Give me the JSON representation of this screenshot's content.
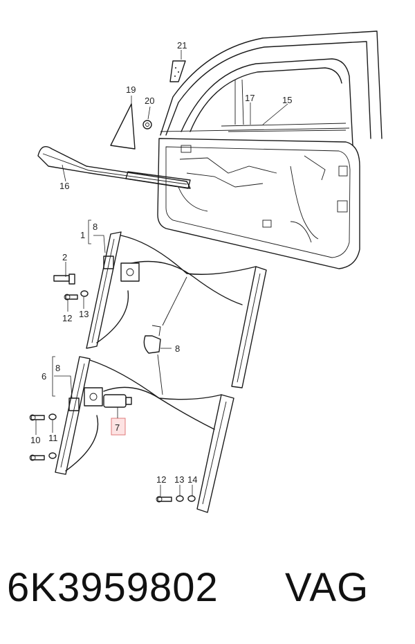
{
  "diagram": {
    "callouts": {
      "c21": "21",
      "c19": "19",
      "c20": "20",
      "c17": "17",
      "c15": "15",
      "c16": "16",
      "c8a": "8",
      "c1": "1",
      "c2": "2",
      "c12a": "12",
      "c13a": "13",
      "c8b": "8",
      "c8c": "8",
      "c6": "6",
      "c7": "7",
      "c10": "10",
      "c11": "11",
      "c12b": "12",
      "c13b": "13",
      "c14": "14"
    },
    "highlight_color": "#e07a7a"
  },
  "footer": {
    "part_number": "6K3959802",
    "brand": "VAG"
  }
}
